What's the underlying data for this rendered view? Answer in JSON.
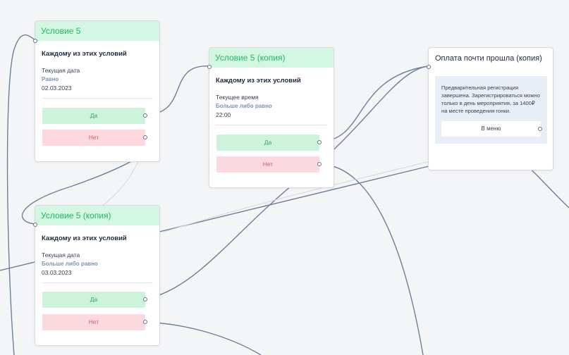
{
  "nodes": {
    "cond1": {
      "title": "Условие 5",
      "condition_type": "Каждому из этих условий",
      "field": "Текущая дата",
      "operator": "Равно",
      "value": "02.03.2023",
      "yes_label": "Да",
      "no_label": "Нет"
    },
    "cond2": {
      "title": "Условие 5 (копия)",
      "condition_type": "Каждому из этих условий",
      "field": "Текущее время",
      "operator": "Больше либо равно",
      "value": "22:00",
      "yes_label": "Да",
      "no_label": "Нет"
    },
    "cond3": {
      "title": "Условие 5 (копия)",
      "condition_type": "Каждому из этих условий",
      "field": "Текущая дата",
      "operator": "Больше либо равно",
      "value": "03.03.2023",
      "yes_label": "Да",
      "no_label": "Нет"
    },
    "message": {
      "title": "Оплата почти прошла (копия)",
      "text": "Предварительная регистрация завершена. Зарегистрироваться можно только в день мероприятия, за 1400₽ на месте проведения гонки.",
      "button_label": "В меню"
    }
  },
  "colors": {
    "canvas_bg": "#f4f5f7",
    "edge": "#6e7f99",
    "header_bg": "#d3f7e2",
    "header_text": "#22b76a",
    "yes_bg": "#cdf3dd",
    "no_bg": "#fbd9de",
    "message_box_bg": "#e8eef6"
  }
}
